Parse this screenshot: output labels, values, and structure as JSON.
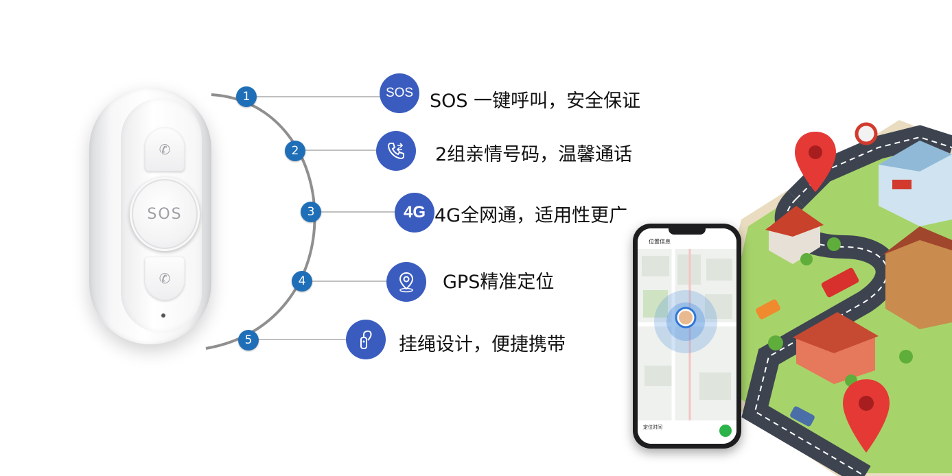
{
  "device": {
    "sos_label": "SOS"
  },
  "features": [
    {
      "num": "1",
      "icon": "sos-icon",
      "icon_text": "SOS",
      "text": "SOS 一键呼叫，安全保证"
    },
    {
      "num": "2",
      "icon": "phone-call-icon",
      "icon_text": "",
      "text": "2组亲情号码，温馨通话"
    },
    {
      "num": "3",
      "icon": "4g-icon",
      "icon_text": "4G",
      "text": "4G全网通，适用性更广"
    },
    {
      "num": "4",
      "icon": "location-pin-icon",
      "icon_text": "",
      "text": "GPS精准定位"
    },
    {
      "num": "5",
      "icon": "lanyard-icon",
      "icon_text": "",
      "text": "挂绳设计，便捷携带"
    }
  ],
  "phone": {
    "header_title": "位置信息",
    "footer_title": "定位时间"
  },
  "colors": {
    "number_badge": "#1f6fb8",
    "icon_circle": "#3b5cbf",
    "pin_red": "#e53935",
    "road": "#3d4450"
  }
}
